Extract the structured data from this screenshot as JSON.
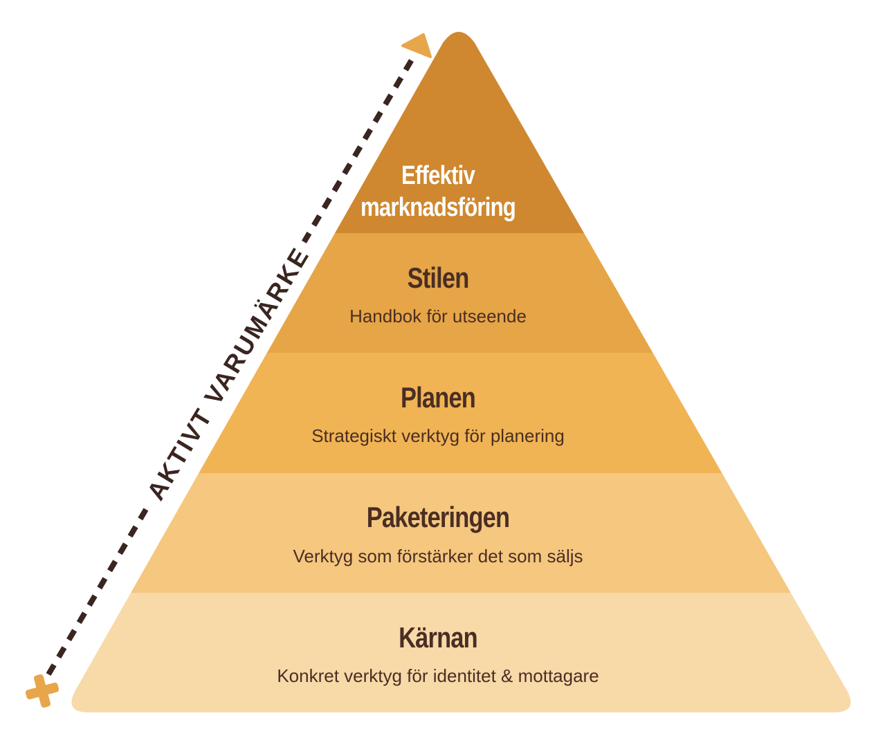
{
  "diagram": {
    "type": "pyramid",
    "axis_label": "AKTIVT VARUMÄRKE",
    "levels": [
      {
        "title": "Effektiv",
        "title2": "marknadsföring",
        "subtitle": "",
        "color": "#cf8830"
      },
      {
        "title": "Stilen",
        "subtitle": "Handbok för utseende",
        "color": "#e6a547"
      },
      {
        "title": "Planen",
        "subtitle": "Strategiskt verktyg för planering",
        "color": "#f0b454"
      },
      {
        "title": "Paketeringen",
        "subtitle": "Verktyg som förstärker det som säljs",
        "color": "#f5c77f"
      },
      {
        "title": "Kärnan",
        "subtitle": "Konkret verktyg för identitet & mottagare",
        "color": "#f8d9a8"
      }
    ],
    "colors": {
      "text_dark": "#4a2e24",
      "arrow_dash": "#3a2520",
      "arrow_head": "#e8a64a"
    }
  }
}
